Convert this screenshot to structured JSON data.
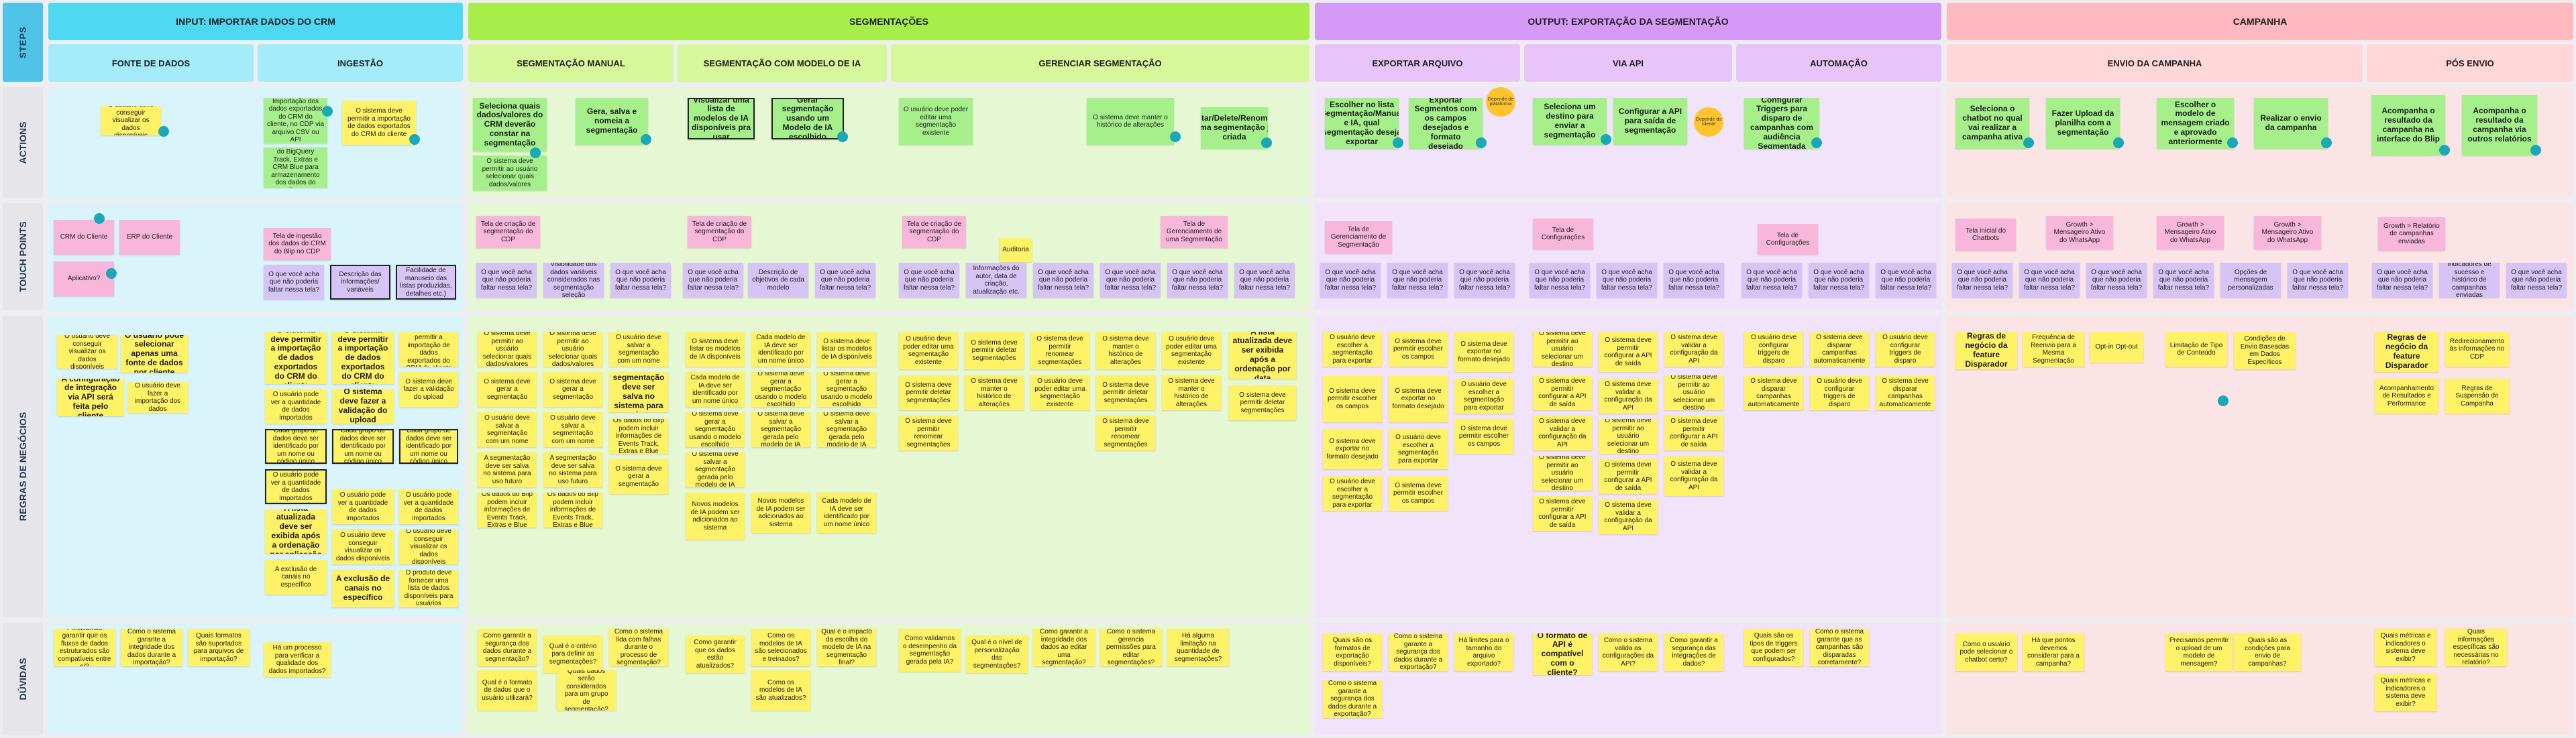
{
  "steps_label": "STEPS",
  "rows": {
    "actions": "ACTIONS",
    "touch_points": "TOUCH POINTS",
    "regras": "REGRAS DE NEGÓCIOS",
    "duvidas": "DÚVIDAS"
  },
  "phases": [
    {
      "id": "input",
      "label": "INPUT: IMPORTAR DADOS DO CRM",
      "color": "#4fd8f2"
    },
    {
      "id": "seg",
      "label": "SEGMENTAÇÕES",
      "color": "#a8ee4a"
    },
    {
      "id": "output",
      "label": "OUTPUT: EXPORTAÇÃO DA SEGMENTAÇÃO",
      "color": "#d59af7"
    },
    {
      "id": "camp",
      "label": "CAMPANHA",
      "color": "#ffb9bf"
    }
  ],
  "subphases": [
    "FONTE DE DADOS",
    "INGESTÃO",
    "SEGMENTAÇÃO MANUAL",
    "SEGMENTAÇÃO COM MODELO DE IA",
    "GERENCIAR SEGMENTAÇÃO",
    "EXPORTAR ARQUIVO",
    "VIA API",
    "AUTOMAÇÃO",
    "ENVIO DA CAMPANHA",
    "PÓS ENVIO"
  ],
  "actions": {
    "a1": "Importação dos dados exportados do CRM do cliente, no CDP via arquivo CSV ou API",
    "a2": "Conexão de dados do BigQuery Track, Extras e CRM Blue para armazenamento dos dados do cliente",
    "a3": "Seleciona quais dados/valores do CRM deverão constar na segmentação",
    "a4": "Gera, salva e nomeia a segmentação",
    "a5": "Visualizar uma lista de modelos de IA disponíveis pra usar",
    "a6": "Gerar segmentação usando um Modelo de IA escolhido",
    "a7": "Editar/Delete/Renomear uma segmentação já criada",
    "a8": "Escolher no lista Segmentação/Manual e IA, qual segmentação deseja exportar",
    "a9": "Exportar Segmentos com os campos desejados e formato desejado",
    "a10": "Seleciona um destino para enviar a segmentação",
    "a11": "Configurar a API para saída de segmentação",
    "a12": "Configurar Triggers para disparo de campanhas com audiência Segmentada",
    "a13": "Seleciona o chatbot no qual vai realizar a campanha ativa",
    "a14": "Fazer Upload da planilha com a segmentação",
    "a15": "Escolher o modelo de mensagem criado e aprovado anteriormente",
    "a16": "Realizar o envio da campanha",
    "a17": "Acompanha o resultado da campanha na interface do Blip",
    "a18": "Acompanha o resultado da campanha via outros relatórios",
    "orange1": "Depende de plataforma",
    "orange2": "Depende do cliente"
  },
  "touchpoints": {
    "p1": "CRM do Cliente",
    "p2": "ERP do Cliente",
    "p3": "Aplicativo?",
    "p4": "Tela de ingestão dos dados do CRM do Blip no CDP",
    "p5": "Tela de criação de segmentação do CDP",
    "p6": "Tela de criação de segmentação do CDP",
    "p7": "Tela de criação de segmentação do CDP",
    "p8": "Tela de Gerenciamento de uma Segmentação",
    "p9": "Auditoria",
    "p10": "Tela de Gerenciamento de Segmentação",
    "p11": "Tela de Configurações",
    "p12": "Tela de Configurações",
    "p13": "Tela inicial do Chatbots",
    "p14": "Growth > Mensageiro Ativo do WhatsApp",
    "p15": "Growth > Mensageiro Ativo do WhatsApp",
    "p16": "Growth > Mensageiro Ativo do WhatsApp",
    "p17": "Growth > Relatório de campanhas enviadas",
    "q_falta": "O que você acha que não poderia faltar nessa tela?",
    "l1": "Descrição das informações/ variáveis",
    "l2": "Facilidade de manuseio das listas produzidas, detalhes etc.)",
    "l3": "Visibilidade dos dados variáveis considerados nas segmentação seleção",
    "l4": "Descrição de objetivos de cada modelo",
    "l5": "Informações do autor, data de criação, atualização etc.",
    "l6": "Opções de mensagem personalizadas",
    "l7": "Indicadores de sucesso e histórico de campanhas enviadas"
  },
  "regras": [
    "O usuário deve conseguir visualizar os dados disponíveis",
    "O usuário pode selecionar apenas uma fonte de dados por cliente",
    "A configuração de integração via API será feita pelo cliente",
    "O usuário deve fazer a importação dos dados",
    "O sistema deve permitir a importação de dados exportados do CRM do cliente",
    "O sistema deve fazer a validação do upload",
    "Cada grupo de dados deve ser identificado por um nome ou código único",
    "A lista atualizada deve ser exibida após a ordenação por aplicação",
    "O usuário pode ver a quantidade de dados importados",
    "A exclusão de canais no específico",
    "O produto deve fornecer uma lista de dados disponíveis para usuários",
    "O sistema deve permitir ao usuário selecionar quais dados/valores",
    "O sistema deve gerar a segmentação",
    "O usuário deve salvar a segmentação com um nome",
    "A segmentação deve ser salva no sistema para uso futuro",
    "Os dados do Blip podem incluir informações de Events Track, Extras e Blue",
    "O sistema deve listar os modelos de IA disponíveis",
    "Cada modelo de IA deve ser identificado por um nome único",
    "O sistema deve gerar a segmentação usando o modelo escolhido",
    "O sistema deve salvar a segmentação gerada pelo modelo de IA",
    "Novos modelos de IA podem ser adicionados ao sistema",
    "O usuário deve poder editar uma segmentação existente",
    "O sistema deve permitir deletar segmentações",
    "O sistema deve permitir renomear segmentações",
    "O sistema deve manter o histórico de alterações",
    "A lista atualizada deve ser exibida após a ordenação por data",
    "O usuário deve escolher a segmentação para exportar",
    "O sistema deve permitir escolher os campos",
    "O sistema deve exportar no formato desejado",
    "O sistema deve permitir ao usuário selecionar um destino",
    "O sistema deve permitir configurar a API de saída",
    "O sistema deve validar a configuração da API",
    "O usuário deve configurar triggers de disparo",
    "O sistema deve disparar campanhas automaticamente",
    "Regras de negócio da feature Disparador",
    "Frequência de Reenvio para a Mesma Segmentação",
    "Opt-in Opt-out",
    "Limitação de Tipo de Conteúdo",
    "Condições de Envio Baseadas em Dados Específicos",
    "Regras de negócio da feature Disparador",
    "Redirecionamento às informações no CDP",
    "Acompanhamento de Resultados e Performance",
    "Regras de Suspensão de Campanha"
  ],
  "duvidas": [
    "Precisamos garantir que os fluxos de dados estruturados são compatíveis entre si?",
    "Como o sistema garante a integridade dos dados durante a importação?",
    "Quais formatos são suportados para arquivos de importação?",
    "Há um processo para verificar a qualidade dos dados importados?",
    "Como garantir a segurança dos dados durante a segmentação?",
    "Qual é o critério para definir as segmentações?",
    "Como o sistema lida com falhas durante o processo de segmentação?",
    "Qual é o formato de dados que o usuário utilizará?",
    "Quais dados serão considerados para um grupo de segmentação?",
    "Como garantir que os dados estão atualizados?",
    "Como os modelos de IA são selecionados e treinados?",
    "Qual é o impacto da escolha do modelo de IA na segmentação final?",
    "Como os modelos de IA são atualizados?",
    "Como validamos o desempenho da segmentação gerada pela IA?",
    "Qual é o nível de personalização das segmentações?",
    "Como garantir a integridade dos dados ao editar uma segmentação?",
    "Como o sistema gerencia permissões para editar segmentações?",
    "Há alguma limitação na quantidade de segmentações?",
    "Quais são os formatos de exportação disponíveis?",
    "Como o sistema garante a segurança dos dados durante a exportação?",
    "Há limites para o tamanho do arquivo exportado?",
    "O formato de API é compatível com o cliente?",
    "Como o sistema valida as configurações da API?",
    "Como garantir a segurança das integrações de dados?",
    "Quais são os tipos de triggers que podem ser configurados?",
    "Como o sistema garante que as campanhas são disparadas corretamente?",
    "Como o usuário pode selecionar o chatbot certo?",
    "Há que pontos devemos considerar para a campanha?",
    "Precisamos permitir o upload de um modelo de mensagem?",
    "Quais são as condições para envio de campanhas?",
    "Quais métricas e indicadores o sistema deve exibir?",
    "Quais informações específicas são necessárias no relatório?"
  ]
}
